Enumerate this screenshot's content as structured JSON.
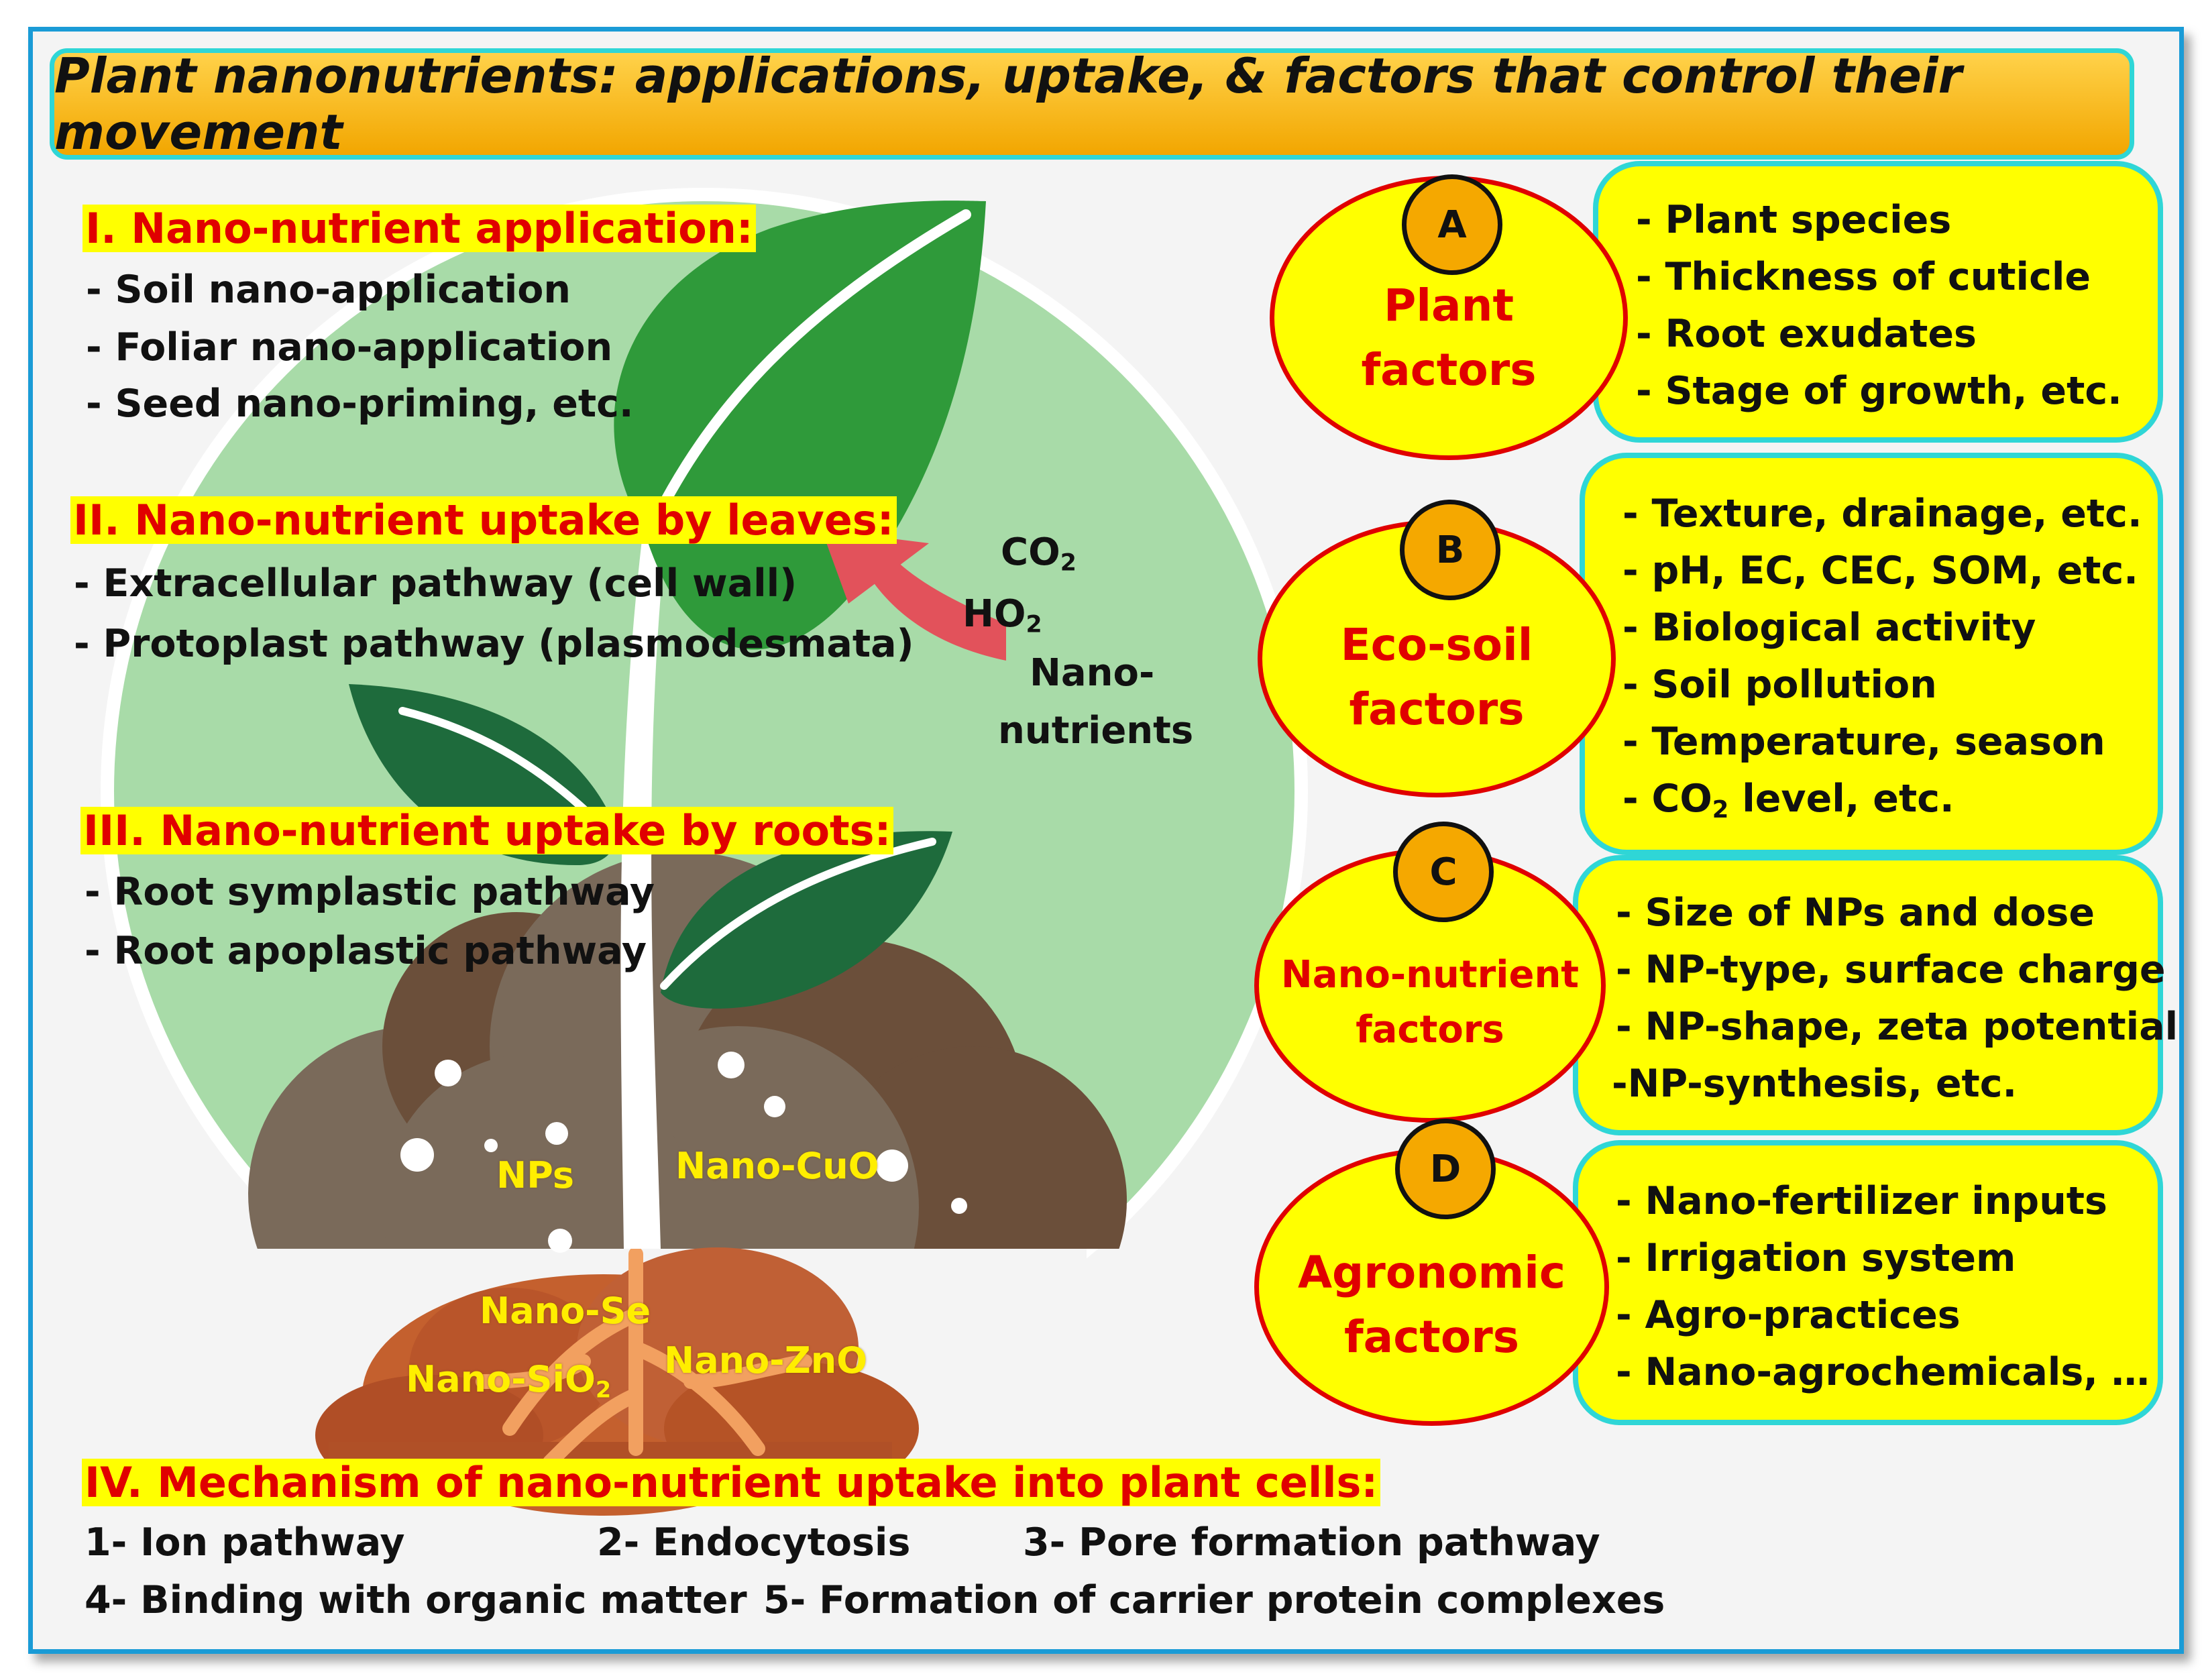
{
  "title": "Plant nanonutrients: applications, uptake, & factors that control their movement",
  "sections": {
    "application": {
      "heading": "I. Nano-nutrient application:",
      "items": [
        "- Soil nano-application",
        "- Foliar nano-application",
        "- Seed nano-priming, etc."
      ]
    },
    "leaves": {
      "heading": "II. Nano-nutrient uptake by leaves:",
      "items": [
        "- Extracellular pathway (cell wall)",
        "- Protoplast pathway (plasmodesmata)"
      ]
    },
    "roots": {
      "heading": "III. Nano-nutrient uptake by roots:",
      "items": [
        "- Root symplastic pathway",
        "- Root apoplastic pathway"
      ]
    },
    "mechanism": {
      "heading": "IV. Mechanism of nano-nutrient uptake into plant cells:",
      "items": [
        "1- Ion pathway",
        "2- Endocytosis",
        "3- Pore formation pathway",
        "4- Binding with organic matter",
        "5- Formation of carrier protein complexes"
      ]
    }
  },
  "air_labels": {
    "co2": "CO",
    "co2_sub": "2",
    "ho2": "HO",
    "ho2_sub": "2",
    "nano_1": "Nano-",
    "nano_2": "nutrients"
  },
  "soil_labels": {
    "nps": "NPs",
    "cuo": "Nano-CuO",
    "se": "Nano-Se",
    "sio2": "Nano-SiO",
    "sio2_sub": "2",
    "zno": "Nano-ZnO"
  },
  "factors": [
    {
      "letter": "A",
      "name_1": "Plant",
      "name_2": "factors",
      "items": [
        "- Plant species",
        "- Thickness of cuticle",
        "- Root exudates",
        "- Stage of growth, etc."
      ]
    },
    {
      "letter": "B",
      "name_1": "Eco-soil",
      "name_2": "factors",
      "items": [
        "- Texture, drainage, etc.",
        "- pH, EC, CEC, SOM, etc.",
        "- Biological activity",
        "- Soil pollution",
        "- Temperature, season"
      ],
      "last_prefix": "- CO",
      "last_sub": "2",
      "last_suffix": " level, etc."
    },
    {
      "letter": "C",
      "name_1": "Nano-nutrient",
      "name_2": "factors",
      "items": [
        "- Size of NPs and dose",
        "- NP-type, surface charge",
        "- NP-shape, zeta potential",
        "-NP-synthesis, etc."
      ]
    },
    {
      "letter": "D",
      "name_1": "Agronomic",
      "name_2": "factors",
      "items": [
        "- Nano-fertilizer inputs",
        "- Irrigation system",
        "- Agro-practices",
        "- Nano-agrochemicals, …"
      ]
    }
  ],
  "colors": {
    "frame": "#1a9bd6",
    "title_bg": "#f5b400",
    "accent_border": "#2fd6d6",
    "heading_text": "#e00000",
    "highlight": "#ffff00",
    "circle_bg": "#a8dba8"
  }
}
